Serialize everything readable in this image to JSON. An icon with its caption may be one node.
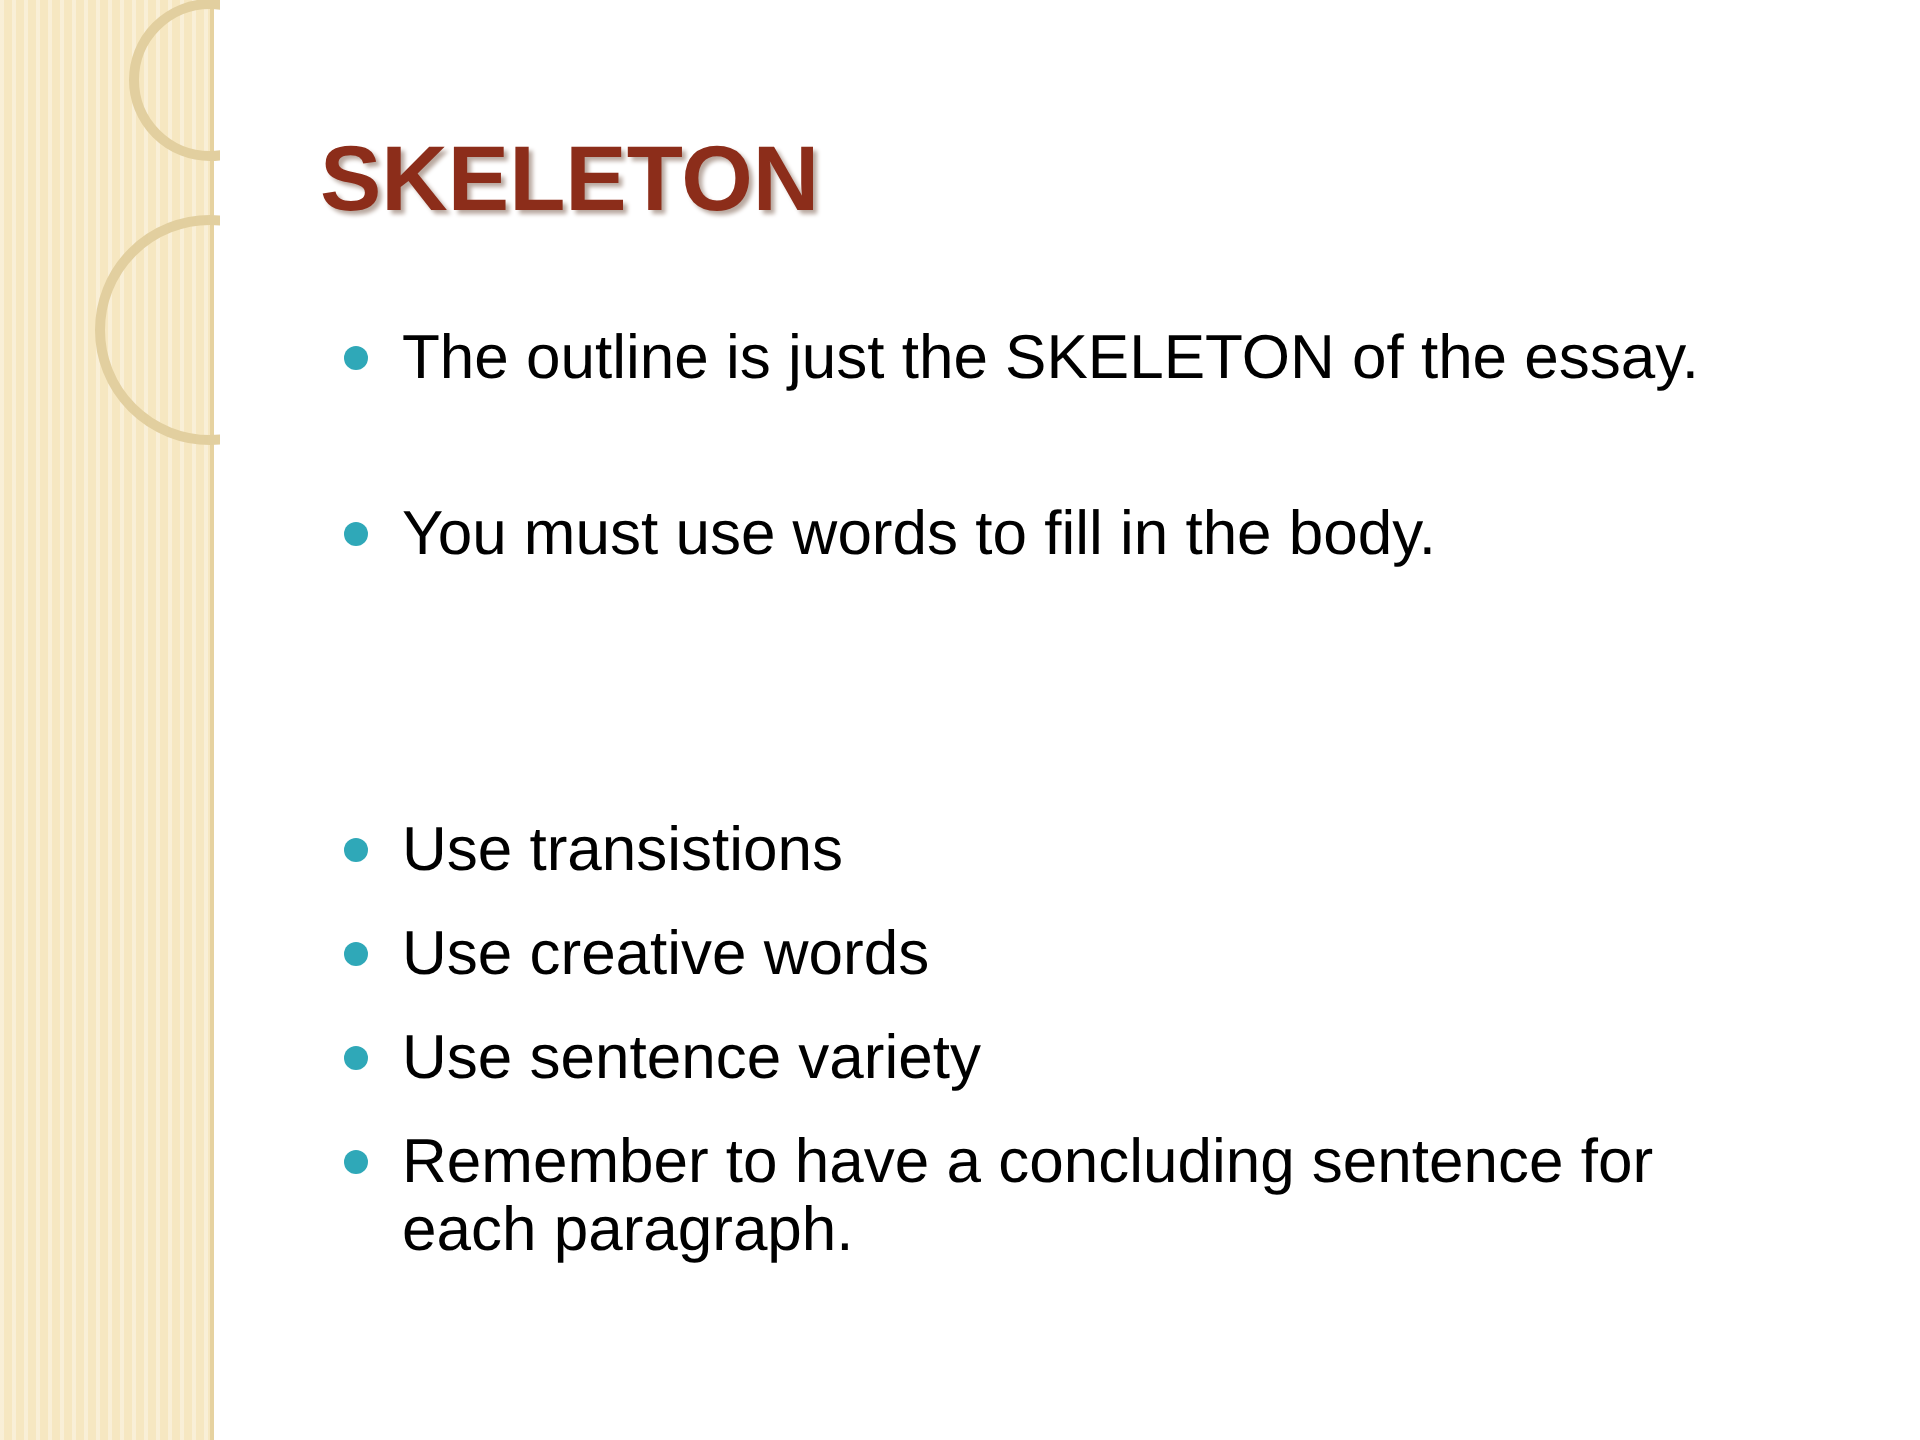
{
  "diagram": {
    "title": "SKELETON",
    "labels": [
      "The outline is just the SKELETON of the essay.",
      "You must use words to fill in the body.",
      "Use transistions",
      "Use creative words",
      "Use sentence variety",
      "Remember to have a concluding sentence for each paragraph."
    ]
  }
}
